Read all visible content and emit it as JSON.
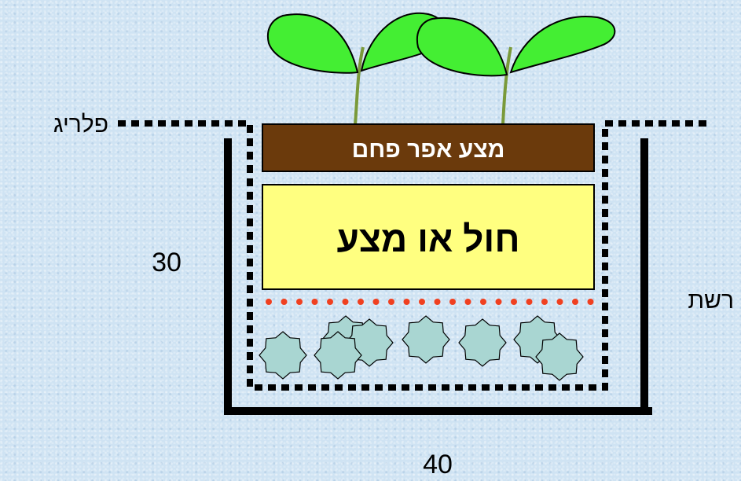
{
  "labels": {
    "fabric": "פלריג",
    "net": "רשת",
    "height": "30",
    "width": "40"
  },
  "layers": {
    "top": "מצע אפר פחם",
    "middle": "חול או מצע"
  },
  "colors": {
    "background": "#cfe3f3",
    "top_layer": "#6b3a0c",
    "middle_layer": "#ffff80",
    "net_dots": "#f04020",
    "gravel": "#a9d6d2",
    "leaves": "#44ee33"
  }
}
